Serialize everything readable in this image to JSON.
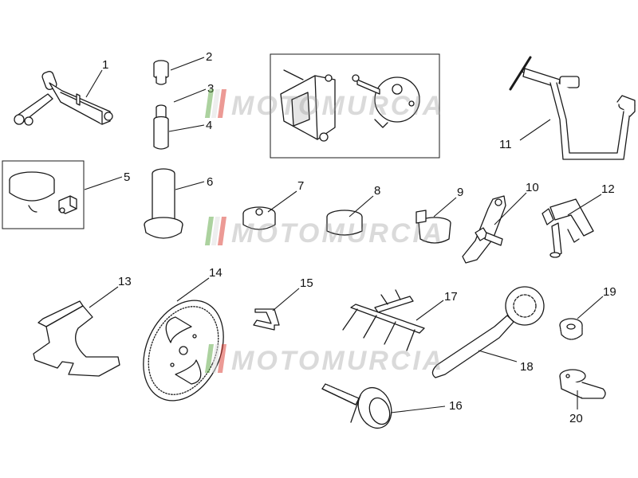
{
  "watermark": {
    "text": "MOTOMURCIA",
    "colors": {
      "green": "#5aa640",
      "white": "#f2f2f2",
      "red": "#d9362b",
      "gray": "#9a9a9a"
    }
  },
  "callouts": [
    {
      "id": "1",
      "label": "1"
    },
    {
      "id": "2",
      "label": "2"
    },
    {
      "id": "3",
      "label": "3"
    },
    {
      "id": "4",
      "label": "4"
    },
    {
      "id": "5",
      "label": "5"
    },
    {
      "id": "6",
      "label": "6"
    },
    {
      "id": "7",
      "label": "7"
    },
    {
      "id": "8",
      "label": "8"
    },
    {
      "id": "9",
      "label": "9"
    },
    {
      "id": "10",
      "label": "10"
    },
    {
      "id": "11",
      "label": "11"
    },
    {
      "id": "12",
      "label": "12"
    },
    {
      "id": "13",
      "label": "13"
    },
    {
      "id": "14",
      "label": "14"
    },
    {
      "id": "15",
      "label": "15"
    },
    {
      "id": "16",
      "label": "16"
    },
    {
      "id": "17",
      "label": "17"
    },
    {
      "id": "18",
      "label": "18"
    },
    {
      "id": "19",
      "label": "19"
    },
    {
      "id": "20",
      "label": "20"
    }
  ]
}
